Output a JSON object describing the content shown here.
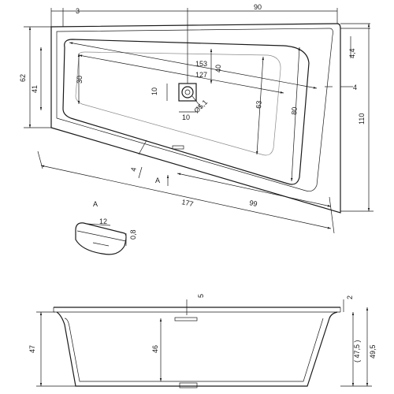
{
  "plan": {
    "d_3": "3",
    "d_90": "90",
    "d_44": "4,4",
    "d_62": "62",
    "d_41": "41",
    "d_30": "30",
    "d_153": "153",
    "d_127": "127",
    "d_40": "40",
    "d_4_right": "4",
    "d_10_v": "10",
    "d_10_h": "10",
    "d_drain": "Ø5,1",
    "d_63": "63",
    "d_80": "80",
    "d_110": "110",
    "d_4_left": "4",
    "d_177": "177",
    "d_99": "99",
    "section_marker": "A"
  },
  "detail": {
    "title": "A",
    "d_12": "12",
    "d_08": "0,8"
  },
  "elevation": {
    "d_5": "5",
    "d_2": "2",
    "d_47": "47",
    "d_46": "46",
    "d_475": "( 47,5 )",
    "d_495": "49,5"
  }
}
